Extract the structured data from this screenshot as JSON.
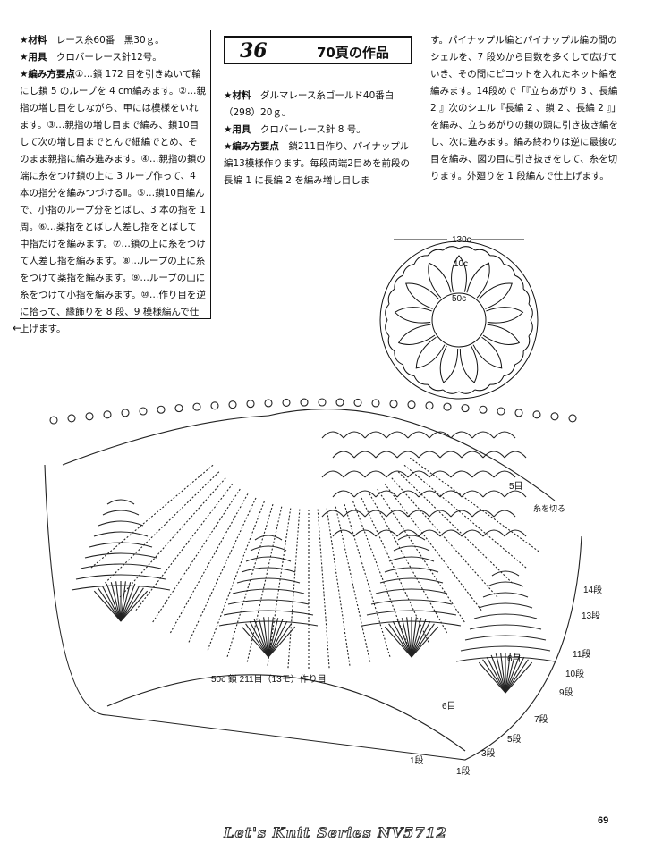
{
  "left_column": {
    "material_label": "★材料",
    "material_text": "レース糸60番　黒30ｇ。",
    "tool_label": "★用具",
    "tool_text": "クロバーレース針12号。",
    "method_label": "★編み方要点",
    "method_lines": [
      "①…鎖 172 目を引きぬいて輪にし鎖 5 のループを 4 cm編みます。",
      "②…親指の増し目をしながら、甲には模様をいれます。③…親指の増し目まで編み、鎖10目して次の増し目までとんで細編でとめ、そのまま親指に編み進みます。",
      "④…親指の鎖の端に糸をつけ鎖の上に 3 ループ作って、4 本の指分を編みつづけるⅡ。⑤…鎖10目編んで、小指のループ分をとばし、3 本の指を 1 周。⑥…薬指をとばし人差し指をとばして中指だけを編みます。⑦…鎖の上に糸をつけて人差し指を編みます。⑧…ループの上に糸をつけて薬指を編みます。⑨…ループの山に糸をつけて小指を編みます。⑩…作り目を逆に拾って、縁飾りを 8 段、9 模様編んで仕上げます。"
    ],
    "arrow": "←"
  },
  "title": {
    "number": "36",
    "reference": "70頁の作品"
  },
  "middle_column": {
    "material_label": "★材料",
    "material_text": "ダルマレース糸ゴールド40番白（298）20ｇ。",
    "tool_label": "★用具",
    "tool_text": "クロバーレース針 8 号。",
    "method_label": "★編み方要点",
    "method_text": "鎖211目作り、パイナップル編13模様作ります。毎段両端2目めを前段の長編 1 に長編 2 を編み増し目しま"
  },
  "right_column": {
    "text": "す。パイナップル編とパイナップル編の間のシェルを、7 段めから目数を多くして広げていき、その間にピコットを入れたネット編を編みます。14段めで「『立ちあがり 3 、長編 2 』次のシエル『長編 2 、鎖 2 、長編 2 』」を編み、立ちあがりの鎖の頭に引き抜き編をし、次に進みます。編み終わりは逆に最後の目を編み、図の目に引き抜きをして、糸を切ります。外廻りを 1 段編んで仕上げます。"
  },
  "small_diagram": {
    "outer_label": "130c",
    "petal_label": "10c",
    "inner_label": "50c"
  },
  "chart_labels": {
    "foundation": "50c 鎖 211目（13モ）作り目",
    "row_labels": [
      "14段",
      "13段",
      "11段",
      "10段",
      "9段",
      "7段",
      "6目",
      "5段",
      "3段",
      "1段",
      "1段",
      "6目"
    ],
    "yarn_cut": "糸を切る",
    "fifth_mark": "5目"
  },
  "footer": {
    "page_number": "69",
    "series": "Let's Knit Series NV5712"
  }
}
